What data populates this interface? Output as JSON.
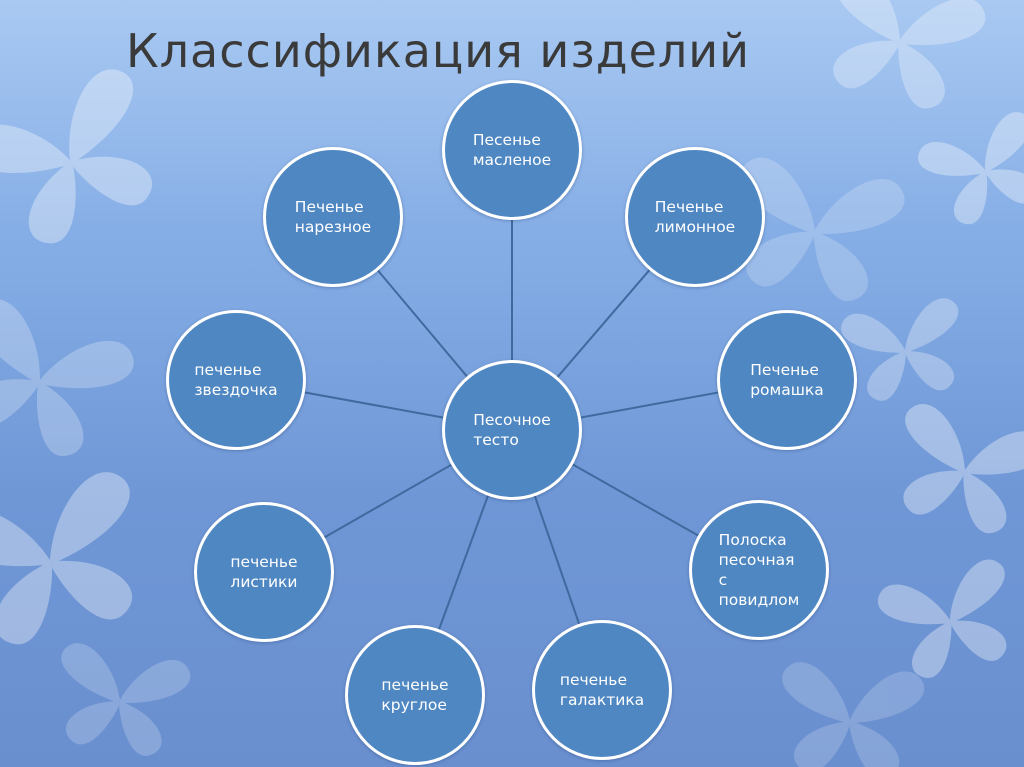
{
  "title": "Классификация изделий",
  "center": "Песочное\nтесто",
  "nodes": [
    "Песенье\nмасленое",
    "Печенье\nлимонное",
    "Печенье\nромашка",
    "Полоска\nпесочная\nс\nповидлом",
    "печенье\nгалактика",
    "печенье\nкруглое",
    "печенье\nлистики",
    "печенье\nзвездочка",
    "Печенье\nнарезное"
  ],
  "colors": {
    "node_fill": "#4f87c2",
    "node_border": "#ffffff",
    "connector": "#3e6a9e",
    "title": "#3a3a3a"
  }
}
